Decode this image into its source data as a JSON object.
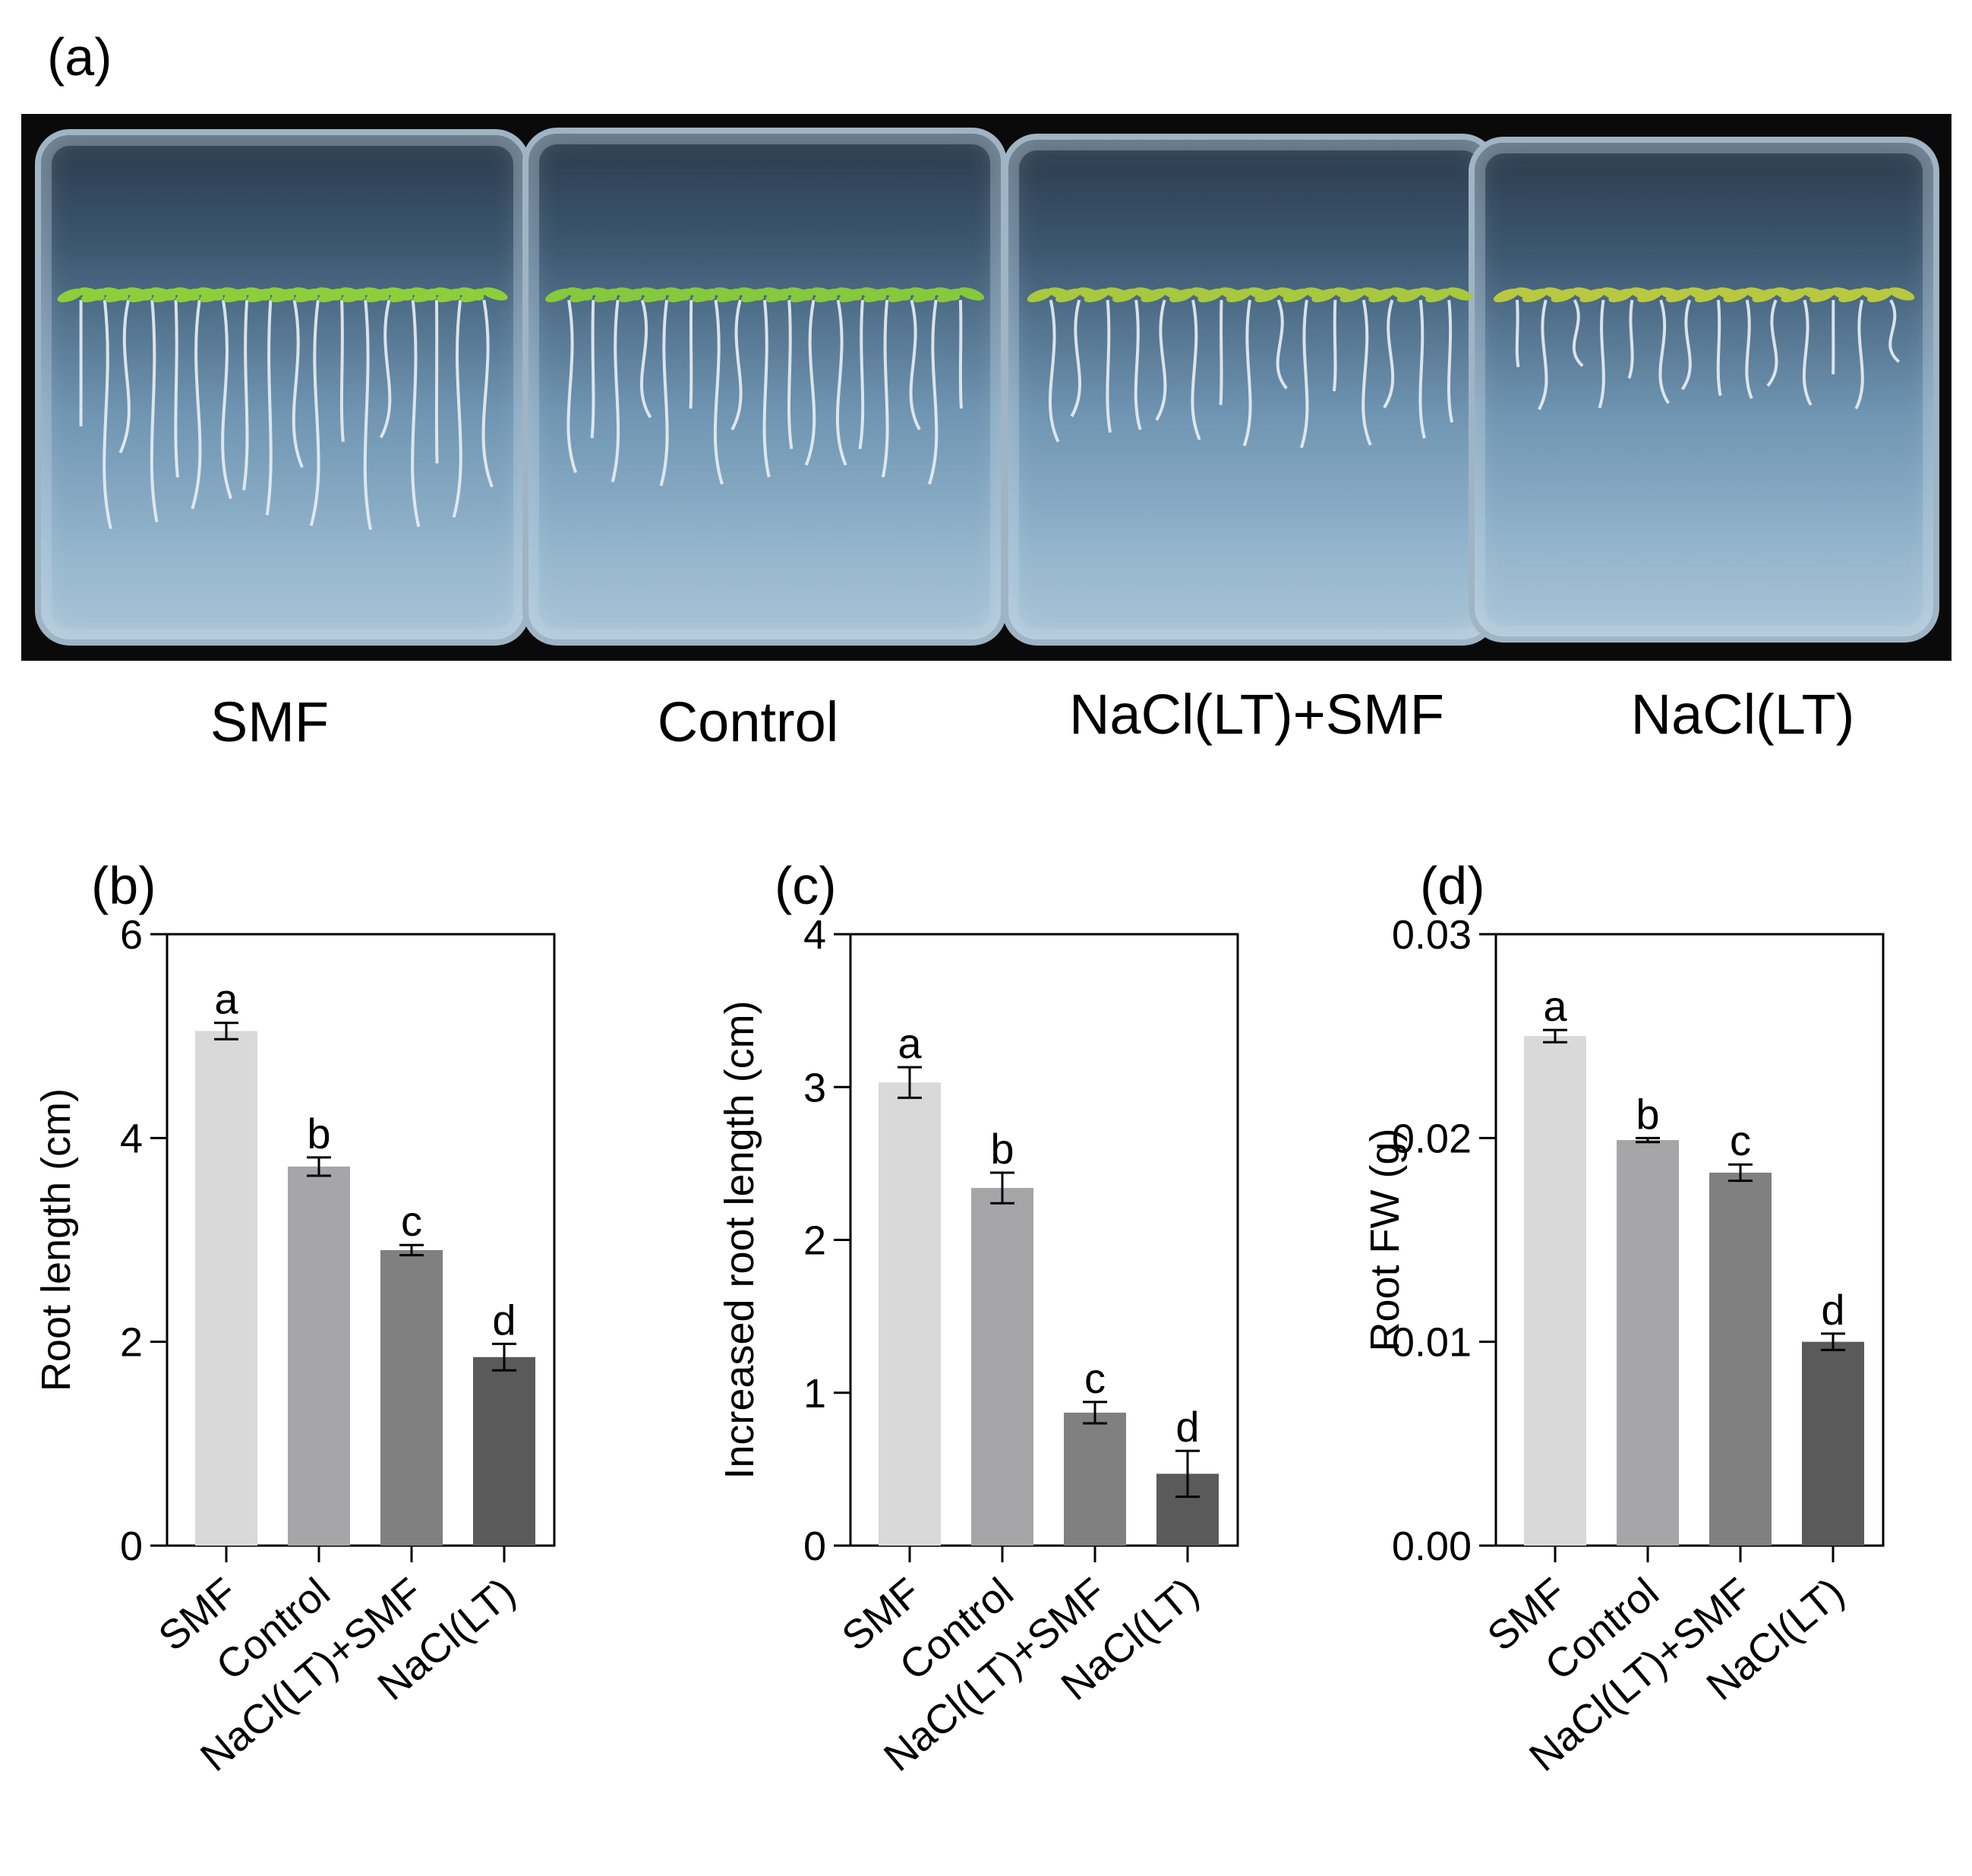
{
  "panel_a": {
    "label": "(a)",
    "plates": [
      {
        "name": "SMF",
        "seedlings": 18,
        "root_reach": 0.42,
        "leaf_color": "#8dcf3a"
      },
      {
        "name": "Control",
        "seedlings": 17,
        "root_reach": 0.34,
        "leaf_color": "#86c93c"
      },
      {
        "name": "NaCl(LT)+SMF",
        "seedlings": 15,
        "root_reach": 0.27,
        "leaf_color": "#a8c83e"
      },
      {
        "name": "NaCl(LT)",
        "seedlings": 14,
        "root_reach": 0.2,
        "leaf_color": "#b9c93f"
      }
    ]
  },
  "chart_data": [
    {
      "panel": "(b)",
      "type": "bar",
      "ylabel": "Root length (cm)",
      "categories": [
        "SMF",
        "Control",
        "NaCl(LT)+SMF",
        "NaCl(LT)"
      ],
      "values": [
        5.05,
        3.72,
        2.9,
        1.85
      ],
      "errors": [
        0.08,
        0.09,
        0.05,
        0.13
      ],
      "letters": [
        "a",
        "b",
        "c",
        "d"
      ],
      "ylim": [
        0,
        6
      ],
      "yticks": [
        0,
        2,
        4,
        6
      ],
      "ytick_labels": [
        "0",
        "2",
        "4",
        "6"
      ],
      "bar_colors": [
        "#d9d9d9",
        "#a6a6a9",
        "#808080",
        "#5a5a5a"
      ]
    },
    {
      "panel": "(c)",
      "type": "bar",
      "ylabel": "Increased root length (cm)",
      "categories": [
        "SMF",
        "Control",
        "NaCl(LT)+SMF",
        "NaCl(LT)"
      ],
      "values": [
        3.03,
        2.34,
        0.87,
        0.47
      ],
      "errors": [
        0.1,
        0.1,
        0.07,
        0.15
      ],
      "letters": [
        "a",
        "b",
        "c",
        "d"
      ],
      "ylim": [
        0,
        4
      ],
      "yticks": [
        0,
        1,
        2,
        3,
        4
      ],
      "ytick_labels": [
        "0",
        "1",
        "2",
        "3",
        "4"
      ],
      "bar_colors": [
        "#d9d9d9",
        "#a6a6a9",
        "#808080",
        "#5a5a5a"
      ]
    },
    {
      "panel": "(d)",
      "type": "bar",
      "ylabel": "Root FW (g)",
      "categories": [
        "SMF",
        "Control",
        "NaCl(LT)+SMF",
        "NaCl(LT)"
      ],
      "values": [
        0.025,
        0.0199,
        0.0183,
        0.01
      ],
      "errors": [
        0.0003,
        0.0001,
        0.0004,
        0.0004
      ],
      "letters": [
        "a",
        "b",
        "c",
        "d"
      ],
      "ylim": [
        0,
        0.03
      ],
      "yticks": [
        0,
        0.01,
        0.02,
        0.03
      ],
      "ytick_labels": [
        "0.00",
        "0.01",
        "0.02",
        "0.03"
      ],
      "bar_colors": [
        "#d9d9d9",
        "#a6a6a9",
        "#808080",
        "#5a5a5a"
      ]
    }
  ]
}
